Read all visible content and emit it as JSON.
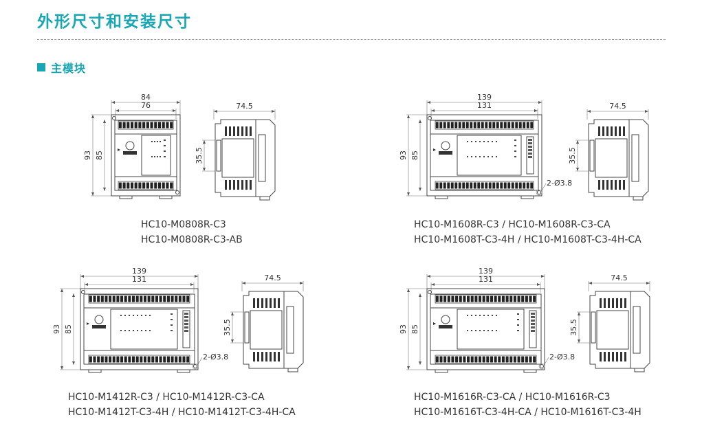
{
  "title": "外形尺寸和安装尺寸",
  "section": "主模块",
  "panels": [
    {
      "front_width_outer": "84",
      "front_width_inner": "76",
      "front_height_outer": "93",
      "front_height_inner": "85",
      "side_depth": "74.5",
      "side_rail": "35.5",
      "hole_spec": "",
      "models": [
        "HC10-M0808R-C3",
        "HC10-M0808R-C3-AB"
      ]
    },
    {
      "front_width_outer": "139",
      "front_width_inner": "131",
      "front_height_outer": "93",
      "front_height_inner": "85",
      "side_depth": "74.5",
      "side_rail": "35.5",
      "hole_spec": "2-Ø3.8",
      "models": [
        "HC10-M1608R-C3 / HC10-M1608R-C3-CA",
        "HC10-M1608T-C3-4H / HC10-M1608T-C3-4H-CA"
      ]
    },
    {
      "front_width_outer": "139",
      "front_width_inner": "131",
      "front_height_outer": "93",
      "front_height_inner": "85",
      "side_depth": "74.5",
      "side_rail": "35.5",
      "hole_spec": "2-Ø3.8",
      "models": [
        "HC10-M1412R-C3 / HC10-M1412R-C3-CA",
        "HC10-M1412T-C3-4H / HC10-M1412T-C3-4H-CA"
      ]
    },
    {
      "front_width_outer": "139",
      "front_width_inner": "131",
      "front_height_outer": "93",
      "front_height_inner": "85",
      "side_depth": "74.5",
      "side_rail": "35.5",
      "hole_spec": "2-Ø3.8",
      "models": [
        "HC10-M1616R-C3-CA / HC10-M1616R-C3",
        "HC10-M1616T-C3-4H-CA / HC10-M1616T-C3-4H"
      ]
    }
  ]
}
